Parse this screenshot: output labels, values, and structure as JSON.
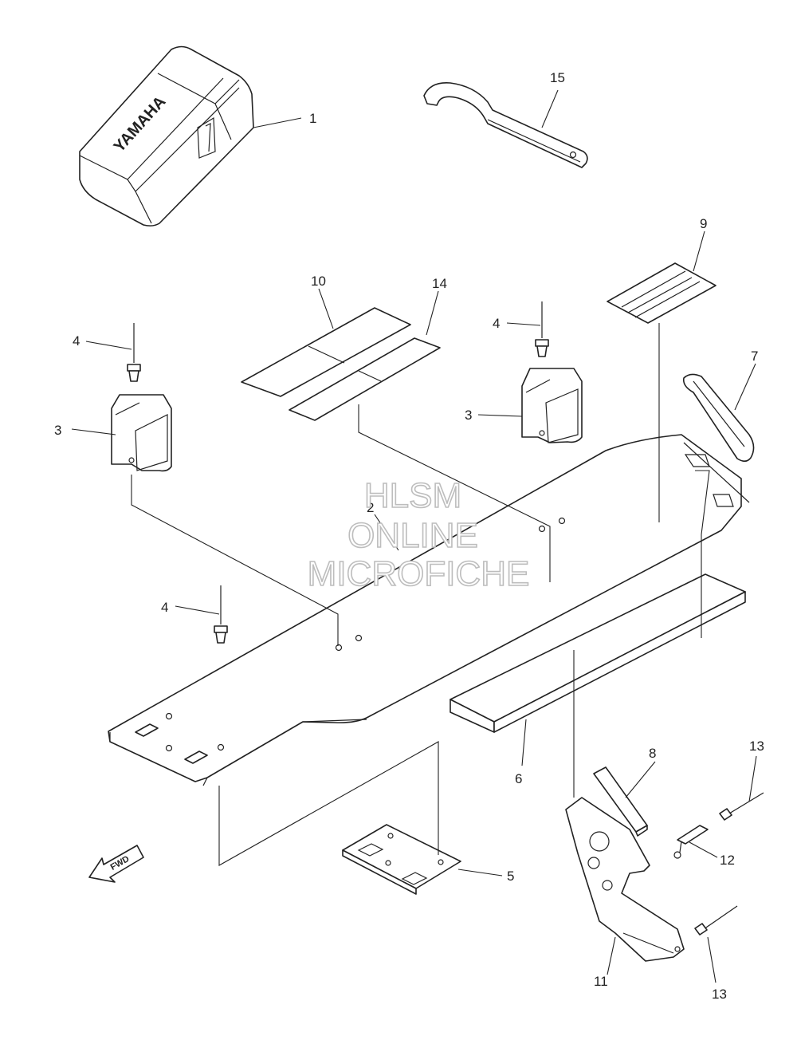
{
  "brand_text": "YAMAHA",
  "fwd_label": "FWD",
  "callouts": {
    "c1": "1",
    "c2": "2",
    "c3a": "3",
    "c3b": "3",
    "c4a": "4",
    "c4b": "4",
    "c4c": "4",
    "c5": "5",
    "c6": "6",
    "c7": "7",
    "c8": "8",
    "c9": "9",
    "c10": "10",
    "c11": "11",
    "c12": "12",
    "c13a": "13",
    "c13b": "13",
    "c14": "14",
    "c15": "15"
  },
  "watermark": {
    "line1": "HLSM",
    "line2": "ONLINE",
    "line3": "MICROFICHE",
    "color": "#bdbdbd"
  }
}
